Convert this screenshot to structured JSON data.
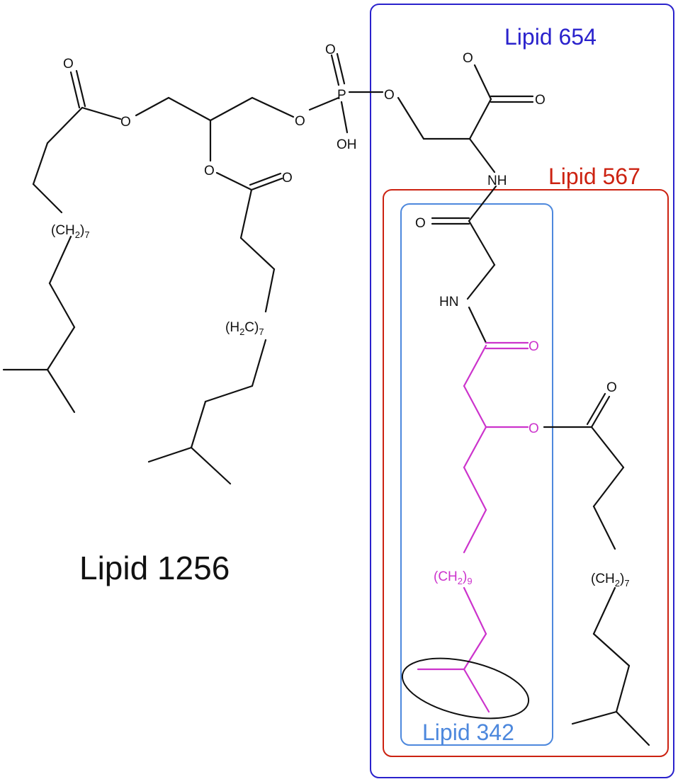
{
  "colors": {
    "black": "#111111",
    "magenta": "#cc33cc",
    "blue": "#2a22cc",
    "red": "#cc2211",
    "lightblue": "#4d88dd"
  },
  "labels": {
    "lipid_1256": "Lipid 1256",
    "lipid_654": "Lipid 654",
    "lipid_567": "Lipid 567",
    "lipid_342": "Lipid 342"
  },
  "atoms": {
    "O": "O",
    "P": "P",
    "OH": "OH",
    "NH": "NH",
    "HN": "HN",
    "CH2_7_open": "(CH",
    "CH2_7_close": ")",
    "sub_2": "2",
    "sub_7": "7",
    "sub_9": "9",
    "H2C_open": "(H",
    "H2C_close": "C)"
  }
}
